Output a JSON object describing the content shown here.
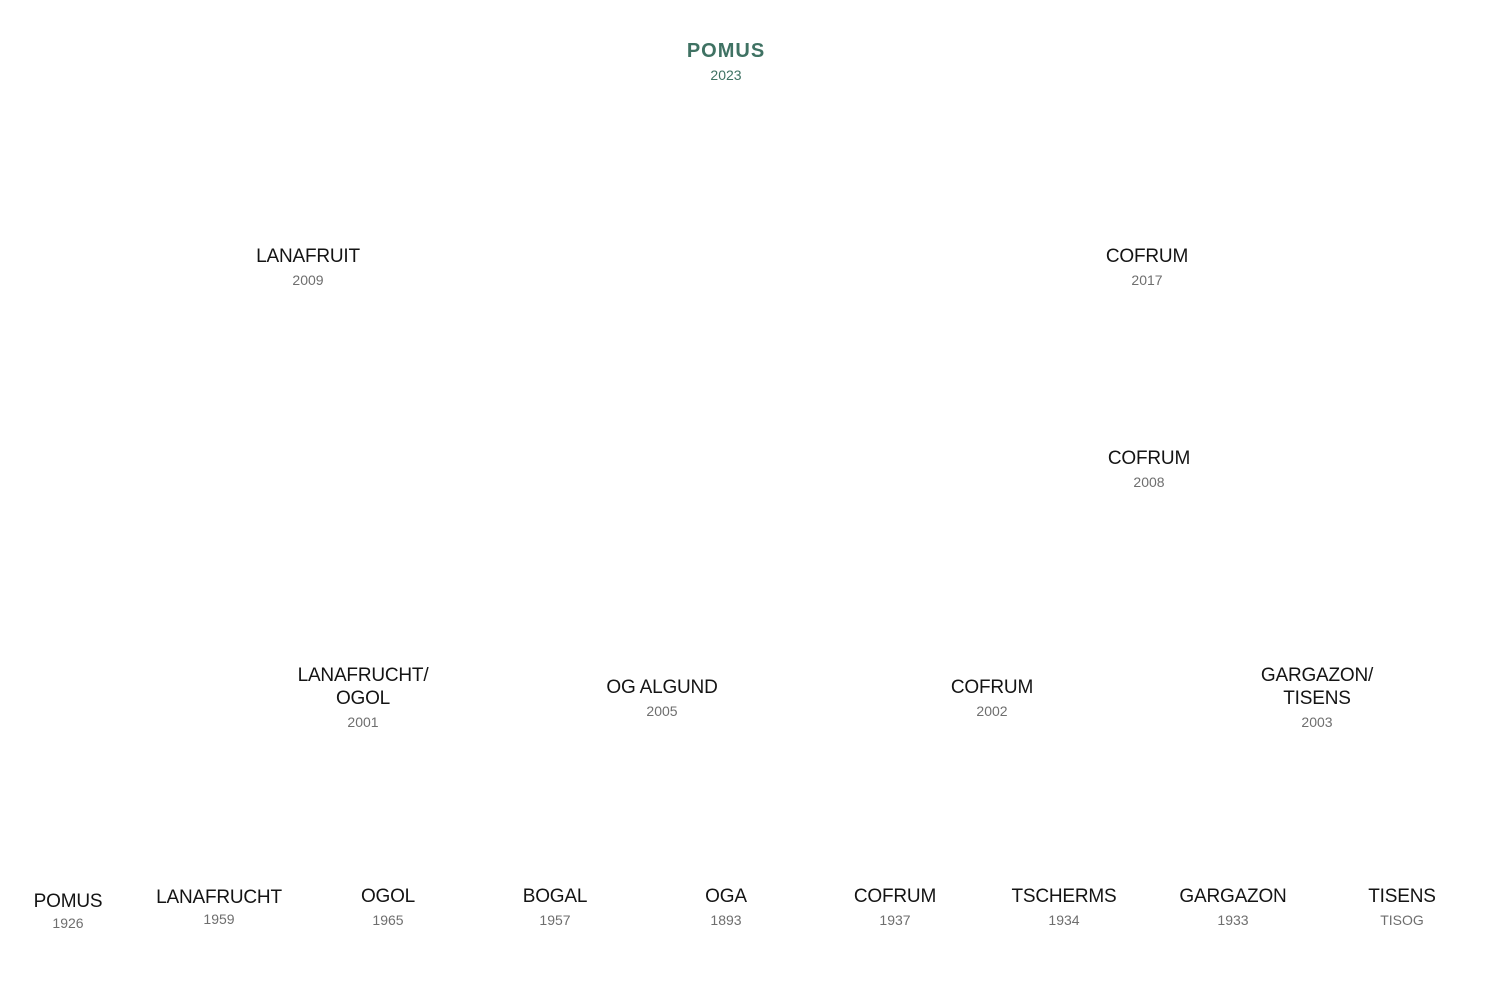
{
  "root": {
    "name": "POMUS",
    "year": "2023"
  },
  "level_2": [
    {
      "name": "LANAFRUIT",
      "year": "2009"
    },
    {
      "name": "COFRUM",
      "year": "2017"
    }
  ],
  "level_3": [
    {
      "name": "COFRUM",
      "year": "2008"
    }
  ],
  "level_4": [
    {
      "name_line1": "LANAFRUCHT/",
      "name_line2": "OGOL",
      "year": "2001"
    },
    {
      "name": "OG ALGUND",
      "year": "2005"
    },
    {
      "name": "COFRUM",
      "year": "2002"
    },
    {
      "name_line1": "GARGAZON/",
      "name_line2": "TISENS",
      "year": "2003"
    }
  ],
  "origins": [
    {
      "name": "POMUS",
      "year": "1926"
    },
    {
      "name": "LANAFRUCHT",
      "year": "1959"
    },
    {
      "name": "OGOL",
      "year": "1965"
    },
    {
      "name": "BOGAL",
      "year": "1957"
    },
    {
      "name": "OGA",
      "year": "1893"
    },
    {
      "name": "COFRUM",
      "year": "1937"
    },
    {
      "name": "TSCHERMS",
      "year": "1934"
    },
    {
      "name": "GARGAZON",
      "year": "1933"
    },
    {
      "name": "TISENS",
      "year": "TISOG"
    }
  ],
  "colors": {
    "accent": "#3f7263",
    "text": "#141414",
    "muted": "#6e6e6e"
  }
}
